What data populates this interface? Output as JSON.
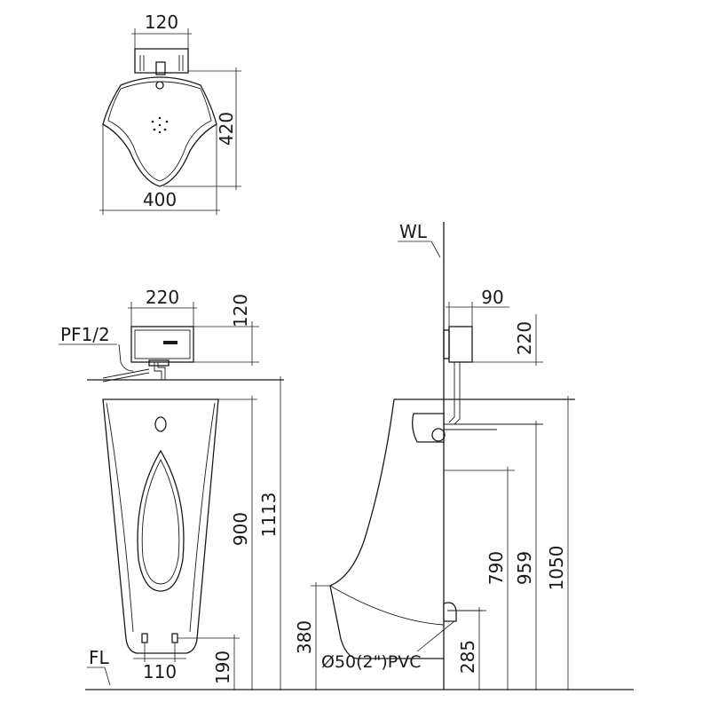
{
  "top_view": {
    "dim_width_top": "120",
    "dim_height": "420",
    "dim_width": "400"
  },
  "front_view": {
    "dim_box_width": "220",
    "dim_box_height": "120",
    "label_supply": "PF1/2",
    "dim_bowl_height": "900",
    "dim_total_height": "1113",
    "dim_outlet_spacing": "110",
    "dim_outlet_height": "190",
    "label_floor": "FL"
  },
  "side_view": {
    "label_wall": "WL",
    "dim_box_depth": "90",
    "dim_box_height": "220",
    "dim_790": "790",
    "dim_959": "959",
    "dim_1050": "1050",
    "dim_380": "380",
    "dim_285": "285",
    "label_drain": "Ø50(2\")PVC"
  }
}
